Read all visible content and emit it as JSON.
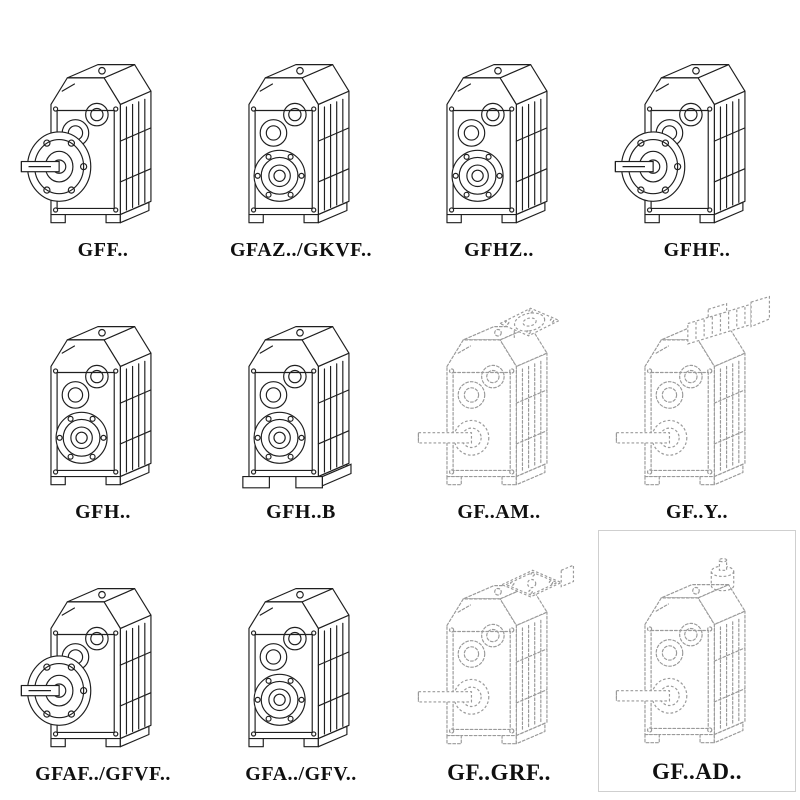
{
  "colors": {
    "solid_line": "#1f1f1f",
    "dashed_line": "#9a9a9a",
    "label": "#101010",
    "frame": "#cfcfcf"
  },
  "grid": {
    "items": [
      {
        "label": "GFF..",
        "variant": "gear-flange",
        "icon": "gearbox-output-flange-drawing",
        "style": "solid",
        "framed": false,
        "large": false
      },
      {
        "label": "GFAZ../GKVF..",
        "variant": "gear-hollow",
        "icon": "gearbox-hollow-shaft-drawing",
        "style": "solid",
        "framed": false,
        "large": false
      },
      {
        "label": "GFHZ..",
        "variant": "gear-hollow",
        "icon": "gearbox-hollow-shaft-drawing",
        "style": "solid",
        "framed": false,
        "large": false
      },
      {
        "label": "GFHF..",
        "variant": "gear-flange",
        "icon": "gearbox-output-flange-drawing",
        "style": "solid",
        "framed": false,
        "large": false
      },
      {
        "label": "GFH..",
        "variant": "gear-hollow",
        "icon": "gearbox-hollow-shaft-drawing",
        "style": "solid",
        "framed": false,
        "large": false
      },
      {
        "label": "GFH..B",
        "variant": "gear-hollow-foot",
        "icon": "gearbox-foot-mounted-drawing",
        "style": "solid",
        "framed": false,
        "large": false
      },
      {
        "label": "GF..AM..",
        "variant": "gear-iec-adapter",
        "icon": "gearbox-iec-adapter-drawing",
        "style": "dashed",
        "framed": false,
        "large": false
      },
      {
        "label": "GF..Y..",
        "variant": "gear-motor",
        "icon": "gearmotor-with-motor-drawing",
        "style": "dashed",
        "framed": false,
        "large": false
      },
      {
        "label": "GFAF../GFVF..",
        "variant": "gear-flange",
        "icon": "gearbox-output-flange-drawing",
        "style": "solid",
        "framed": false,
        "large": false
      },
      {
        "label": "GFA../GFV..",
        "variant": "gear-hollow",
        "icon": "gearbox-hollow-shaft-drawing",
        "style": "solid",
        "framed": false,
        "large": false
      },
      {
        "label": "GF..GRF..",
        "variant": "gear-grf",
        "icon": "gearbox-shaft-mount-plate-drawing",
        "style": "dashed",
        "framed": false,
        "large": true
      },
      {
        "label": "GF..AD..",
        "variant": "gear-ad",
        "icon": "gearbox-input-adapter-drawing",
        "style": "dashed",
        "framed": true,
        "large": true
      }
    ]
  }
}
